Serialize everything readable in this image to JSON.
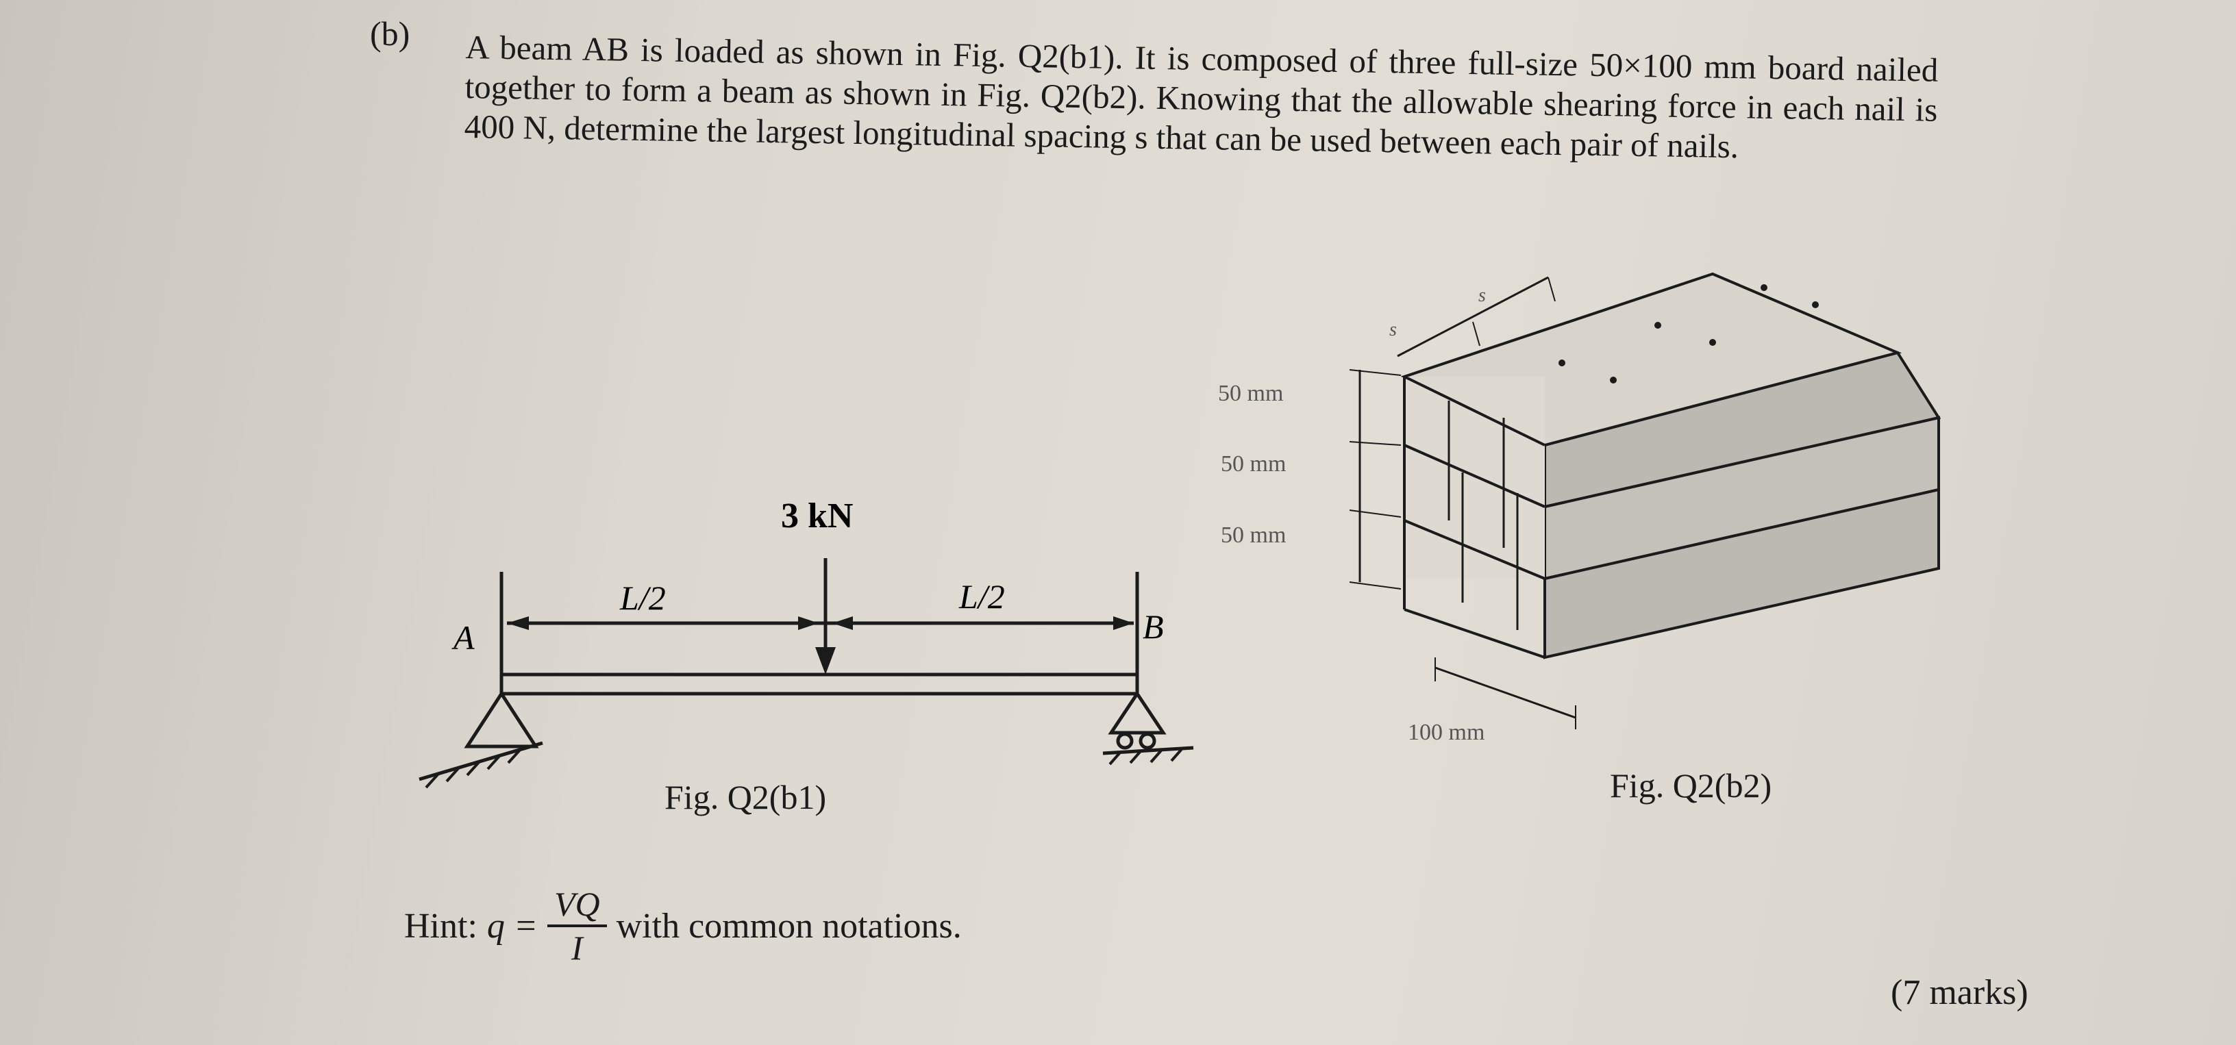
{
  "question": {
    "part": "(b)",
    "text": "A beam AB is loaded as shown in Fig. Q2(b1). It is composed of three full-size 50×100 mm board nailed together to form a beam as shown in Fig. Q2(b2). Knowing that the allowable shearing force in each nail is 400 N, determine the largest longitudinal spacing s that can be used between each pair of nails."
  },
  "fig_b1": {
    "caption": "Fig. Q2(b1)",
    "load_label": "3 kN",
    "left_span": "L/2",
    "right_span": "L/2",
    "support_a": "A",
    "support_b": "B"
  },
  "fig_b2": {
    "caption": "Fig. Q2(b2)",
    "board_heights": [
      "50 mm",
      "50 mm",
      "50 mm"
    ],
    "width_label": "100 mm",
    "spacing_labels": [
      "s",
      "s"
    ]
  },
  "hint": {
    "prefix": "Hint:",
    "lhs": "q =",
    "numerator": "VQ",
    "denominator": "I",
    "suffix": "with common notations."
  },
  "marks": "(7 marks)"
}
